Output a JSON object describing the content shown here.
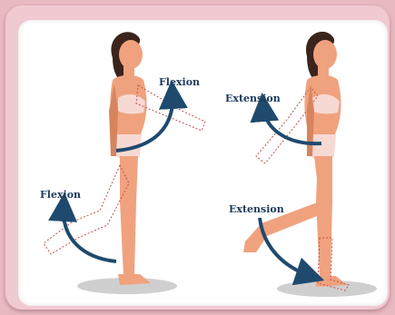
{
  "labels": {
    "left_arm": "Flexion",
    "right_arm": "Extension",
    "left_leg": "Flexion",
    "right_leg": "Extension"
  },
  "colors": {
    "skin": "#f0a27e",
    "skin_shadow": "#d7845e",
    "hair": "#3a241c",
    "underwear": "#f7d9d4",
    "arrow": "#1f4a6e",
    "dashed_outline": "#c0504d",
    "floor_shadow": "#cfcfcf",
    "label": "#1f3b5c"
  }
}
